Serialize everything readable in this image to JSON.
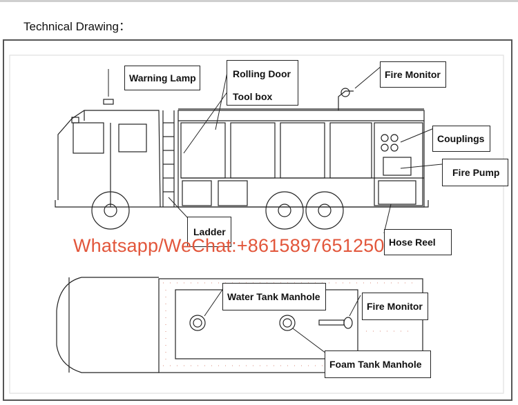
{
  "heading": "Technical Drawing：",
  "labels": {
    "warning_lamp": "Warning Lamp",
    "rolling_door": "Rolling Door",
    "tool_box": "Tool box",
    "fire_monitor_side": "Fire Monitor",
    "couplings": "Couplings",
    "fire_pump": "Fire Pump",
    "ladder": "Ladder",
    "hose_reel": "Hose Reel",
    "water_tank_manhole": "Water Tank Manhole",
    "fire_monitor_top": "Fire Monitor",
    "foam_tank_manhole": "Foam Tank Manhole"
  },
  "watermark": "Whatsapp/WeChat:+8615897651250"
}
